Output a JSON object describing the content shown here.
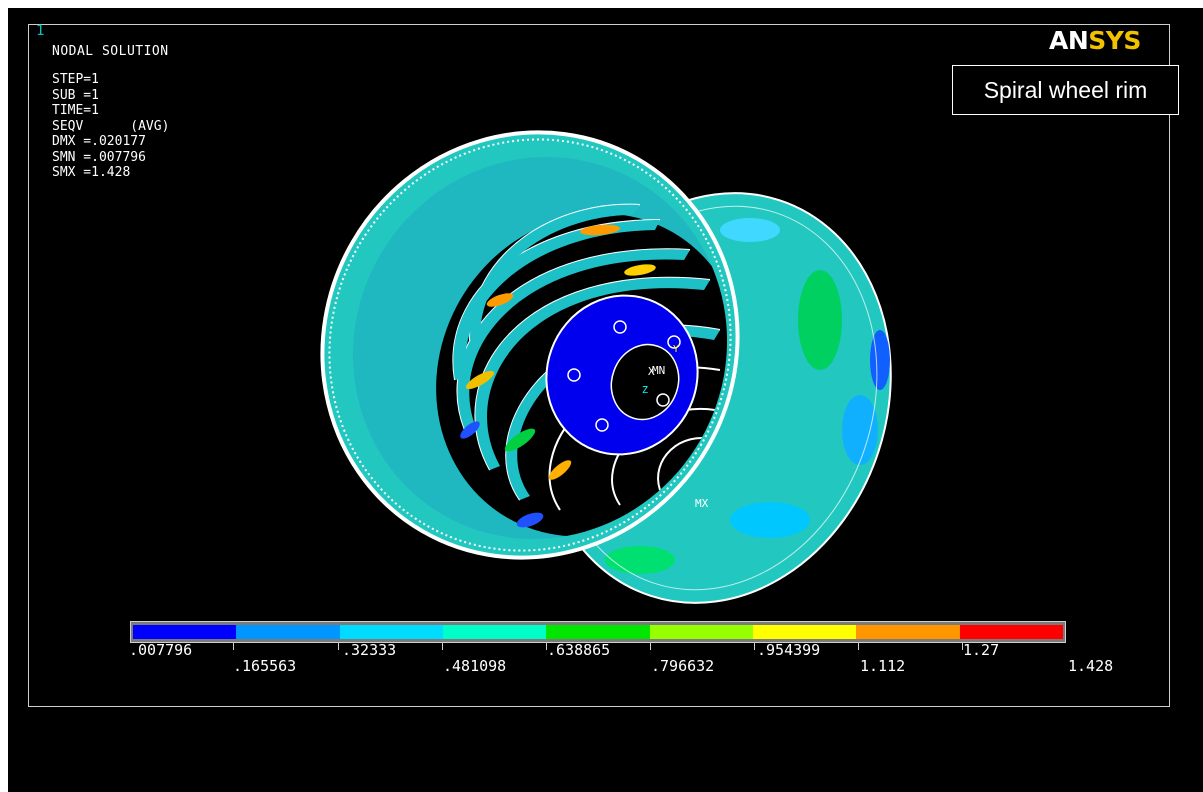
{
  "viewport": {
    "window_number": "1",
    "solution_title": "NODAL SOLUTION",
    "info_lines": [
      "STEP=1",
      "SUB =1",
      "TIME=1",
      "SEQV      (AVG)",
      "DMX =.020177",
      "SMN =.007796",
      "SMX =1.428"
    ],
    "logo": {
      "part1": "AN",
      "part2": "SYS"
    },
    "label_box": "Spiral wheel rim",
    "markers": {
      "min": "MN",
      "max": "MX",
      "x_axis": "X",
      "y_axis": "Y",
      "z_axis": "Z"
    }
  },
  "legend": {
    "colors": [
      "#0000ff",
      "#0096ff",
      "#00dcff",
      "#00ffc8",
      "#00e600",
      "#96ff00",
      "#ffff00",
      "#ff9600",
      "#ff0000"
    ],
    "upper_labels": [
      ".007796",
      ".32333",
      ".638865",
      ".954399",
      "1.27"
    ],
    "lower_labels": [
      ".165563",
      ".481098",
      ".796632",
      "1.112",
      "1.428"
    ]
  },
  "colors": {
    "background": "#000000",
    "rim_main": "#1ec8c0",
    "hub": "#0000ee",
    "frame": "#cfcfcf"
  }
}
